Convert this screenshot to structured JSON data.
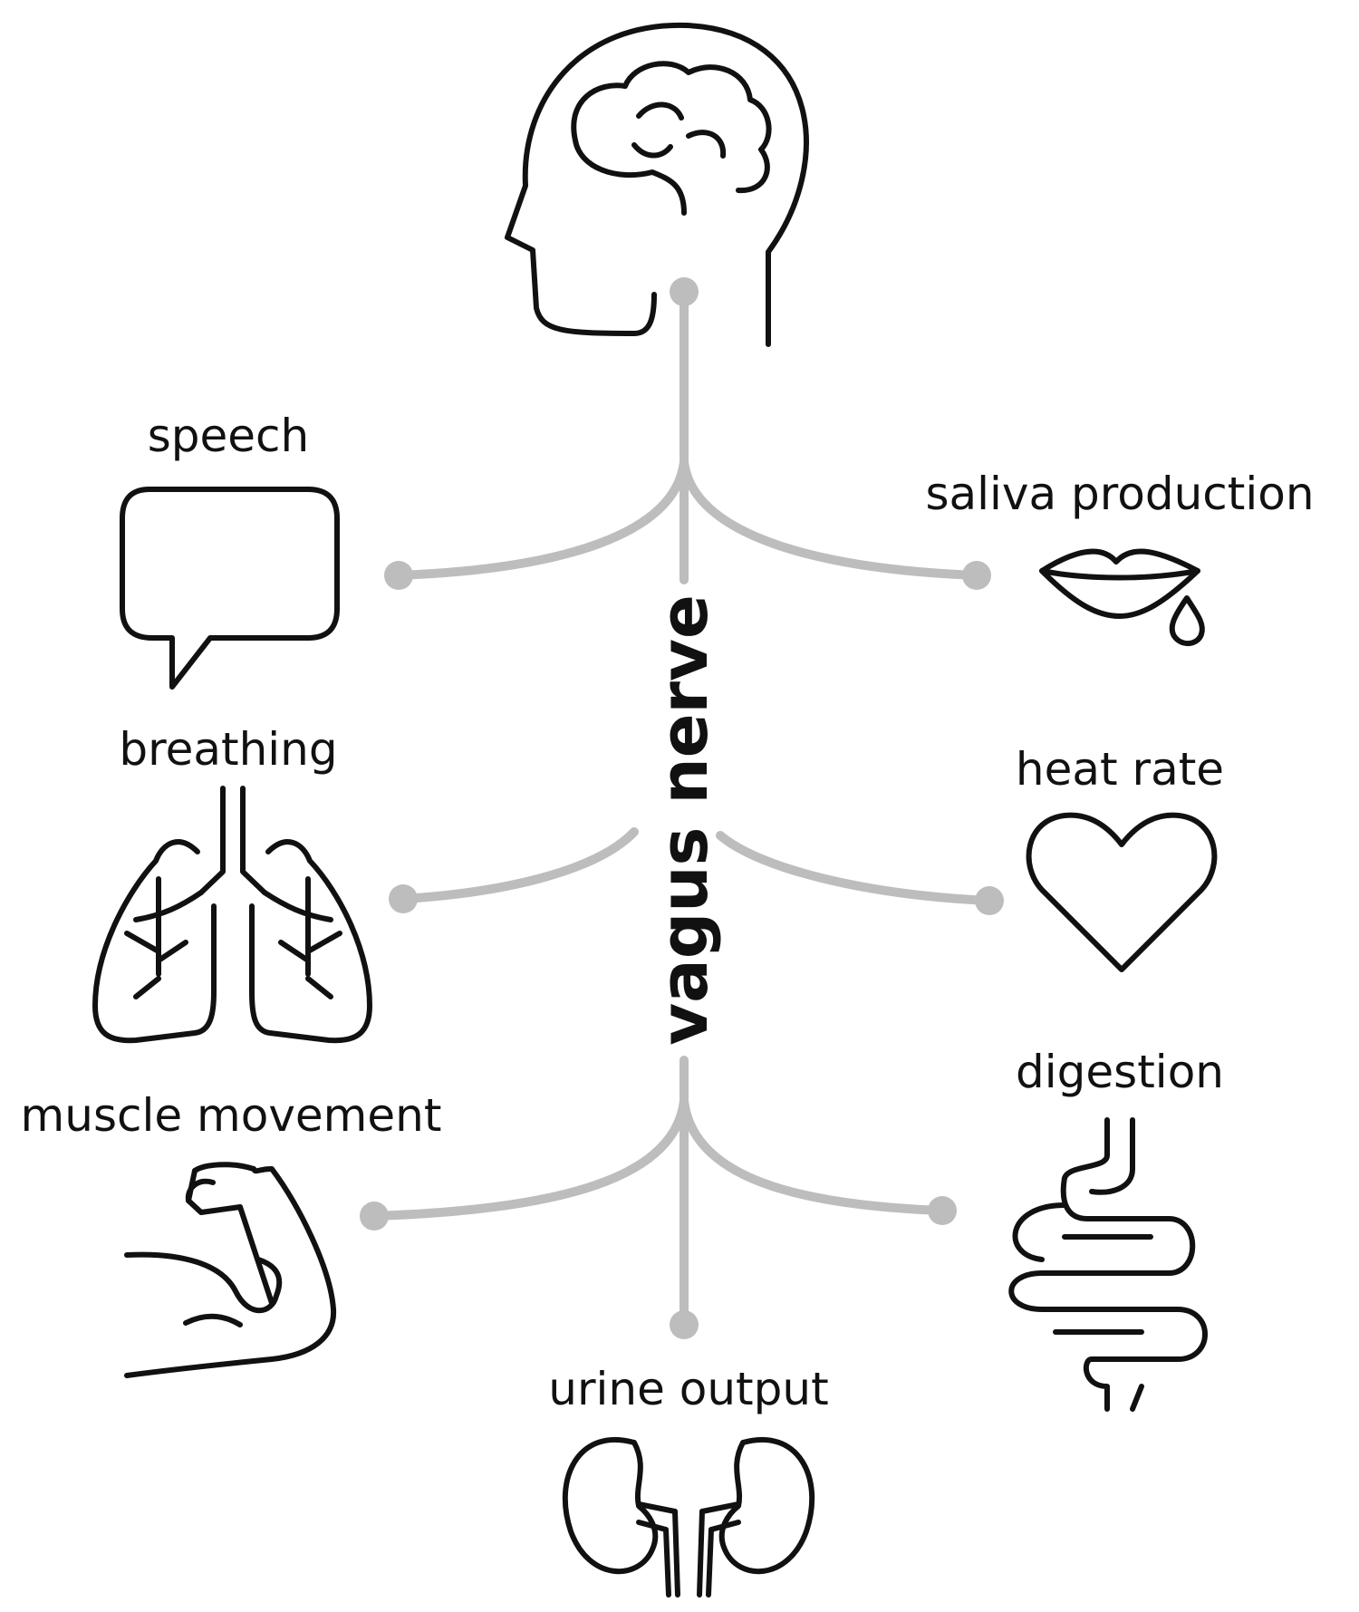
{
  "diagram": {
    "center_label": "vagus nerve",
    "labels": {
      "speech": "speech",
      "saliva": "saliva production",
      "breathing": "breathing",
      "heart": "heat rate",
      "muscle": "muscle movement",
      "digestion": "digestion",
      "urine": "urine output"
    },
    "colors": {
      "nerve": "#bdbdbd",
      "icon": "#111111",
      "text": "#111111",
      "background": "#ffffff"
    }
  }
}
